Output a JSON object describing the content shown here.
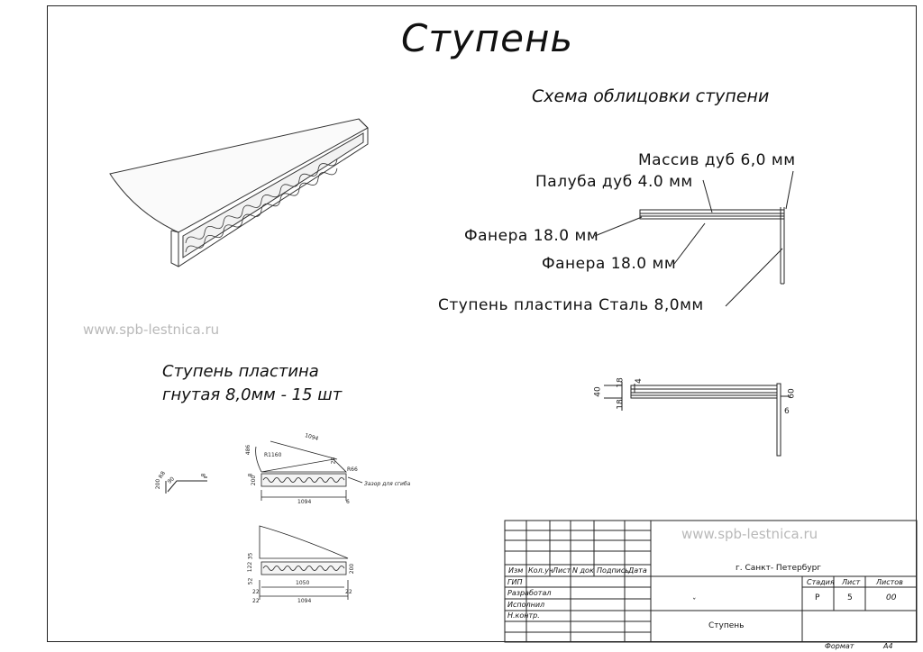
{
  "title": "Ступень",
  "scheme_title": "Схема облицовки ступени",
  "layers": {
    "massiv": "Массив дуб 6,0 мм",
    "paluba": "Палуба дуб 4.0 мм",
    "fanera_top": "Фанера 18.0 мм",
    "fanera_bottom": "Фанера 18.0 мм",
    "plastina": "Ступень пластина  Сталь 8,0мм"
  },
  "watermark": "www.spb-lestnica.ru",
  "part": {
    "line1": "Ступень пластина",
    "line2": "гнутая 8,0мм - 15 шт"
  },
  "section_dims": {
    "d40": "40",
    "d18a": "18",
    "d18b": "18",
    "d4": "4",
    "d60": "60",
    "d6": "6"
  },
  "small_dims": {
    "a": "200",
    "b": "R8",
    "c": "90",
    "d": "8"
  },
  "top_plan_dims": {
    "w1094": "1094",
    "r1160": "R1160",
    "h486": "486",
    "r66": "R66",
    "d28": "28",
    "d8": "8",
    "d200": "200",
    "bottom1094": "1094",
    "d6": "6",
    "bend_note": "Зазор для сгиба"
  },
  "bottom_plan_dims": {
    "d35": "35",
    "d122": "122",
    "d52": "52",
    "d22a": "22",
    "d1050": "1050",
    "d22b": "22",
    "d1094": "1094",
    "d200": "200",
    "d22c": "22"
  },
  "stamp": {
    "watermark": "www.spb-lestnica.ru",
    "cols": [
      "Изм",
      "Кол.уч",
      "Лист",
      "N  док",
      "Подпись",
      "Дата"
    ],
    "rows": [
      "ГИП",
      "Разработал",
      "Исполнил",
      "Н.контр."
    ],
    "city": "г.  Санкт- Петербург",
    "stage_h": "Стадия",
    "sheet_h": "Лист",
    "sheets_h": "Листов",
    "stage": "Р",
    "sheet": "5",
    "sheets": "00",
    "name": "Ступень",
    "mark": "ˇ"
  },
  "format": {
    "label": "Формат",
    "value": "А4"
  }
}
